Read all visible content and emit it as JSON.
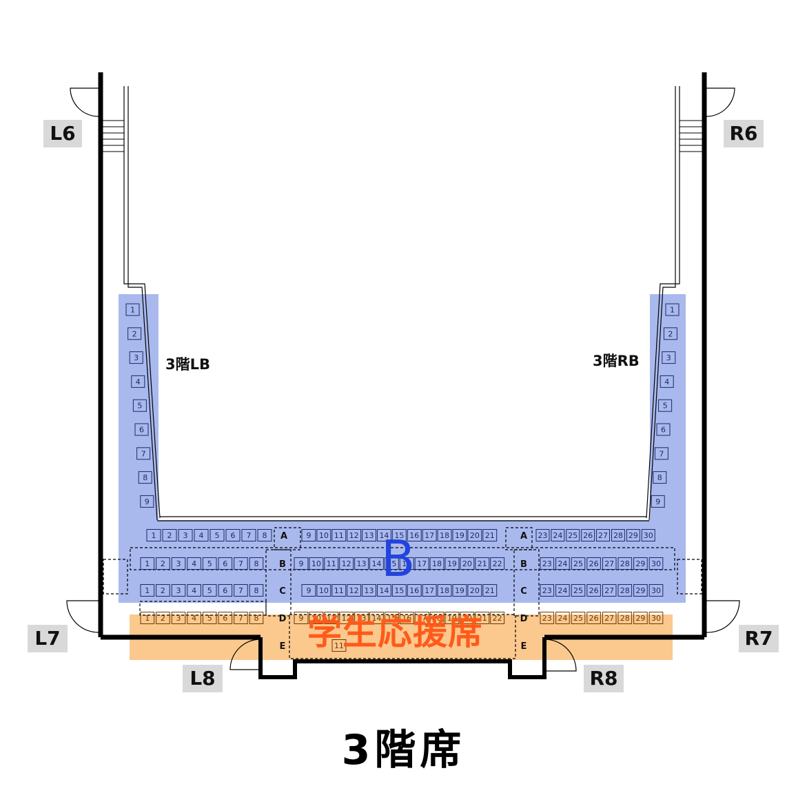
{
  "title": "3階席",
  "zones": {
    "general": "B",
    "student": "学生応援席",
    "left_box": "3階LB",
    "right_box": "3階RB"
  },
  "doors": [
    "L6",
    "R6",
    "L7",
    "R7",
    "L8",
    "R8"
  ],
  "colors": {
    "zone_b": "#a9b9ee",
    "student_zone": "#fbc88e",
    "zone_b_text": "#2244dd",
    "student_text": "#ff5a1a",
    "tag_bg": "#d9d9d9"
  },
  "box_seats": [
    "1",
    "2",
    "3",
    "4",
    "5",
    "6",
    "7",
    "8",
    "9"
  ],
  "rows": [
    {
      "label": "A",
      "left": [
        "1",
        "2",
        "3",
        "4",
        "5",
        "6",
        "7",
        "8"
      ],
      "center": [
        "9",
        "10",
        "11",
        "12",
        "13",
        "14",
        "15",
        "16",
        "17",
        "18",
        "19",
        "20",
        "21"
      ],
      "right": [
        "23",
        "24",
        "25",
        "26",
        "27",
        "28",
        "29",
        "30"
      ],
      "right_aisle_label": "A"
    },
    {
      "label": "B",
      "left": [
        "1",
        "2",
        "3",
        "4",
        "5",
        "6",
        "7",
        "8"
      ],
      "center": [
        "9",
        "10",
        "11",
        "12",
        "13",
        "14",
        "15",
        "16",
        "17",
        "18",
        "19",
        "20",
        "21",
        "22"
      ],
      "right": [
        "23",
        "24",
        "25",
        "26",
        "27",
        "28",
        "29",
        "30"
      ],
      "right_aisle_label": "B"
    },
    {
      "label": "C",
      "left": [
        "1",
        "2",
        "3",
        "4",
        "5",
        "6",
        "7",
        "8"
      ],
      "center": [
        "9",
        "10",
        "11",
        "12",
        "13",
        "14",
        "15",
        "16",
        "17",
        "18",
        "19",
        "20",
        "21"
      ],
      "right": [
        "23",
        "24",
        "25",
        "26",
        "27",
        "28",
        "29",
        "30"
      ],
      "right_aisle_label": "C"
    },
    {
      "label": "D",
      "left": [
        "1",
        "2",
        "3",
        "4",
        "5",
        "6",
        "7",
        "8"
      ],
      "center": [
        "9",
        "10",
        "11",
        "12",
        "13",
        "14",
        "15",
        "16",
        "17",
        "18",
        "19",
        "20",
        "21",
        "22"
      ],
      "right": [
        "23",
        "24",
        "25",
        "26",
        "27",
        "28",
        "29",
        "30"
      ],
      "right_aisle_label": "D"
    },
    {
      "label": "E",
      "left": [],
      "center": [
        "11"
      ],
      "right": [],
      "right_aisle_label": "E"
    }
  ]
}
